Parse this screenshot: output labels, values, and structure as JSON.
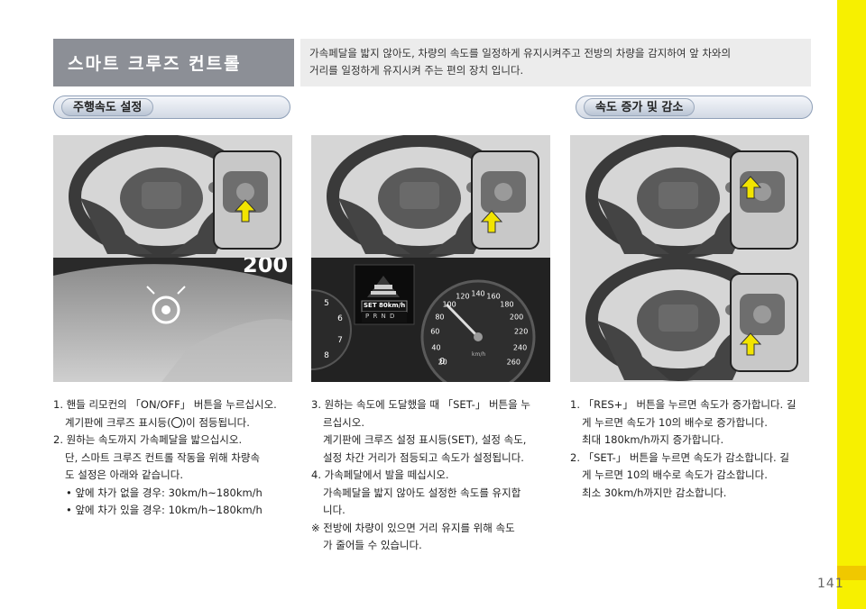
{
  "header": {
    "title": "스마트 크루즈 컨트롤",
    "intro_line1": "가속페달을 밟지 않아도, 차량의 속도를 일정하게 유지시켜주고 전방의 차량을 감지하여 앞 차와의",
    "intro_line2": "거리를 일정하게 유지시켜 주는 편의 장치 입니다."
  },
  "sections": {
    "left_title": "주행속도 설정",
    "right_title": "속도 증가 및 감소"
  },
  "cluster": {
    "set_text": "SET 80km/h",
    "gear": "P R N D",
    "unit": "km/h",
    "partial_number": "200",
    "ticks": [
      "20",
      "40",
      "60",
      "80",
      "100",
      "120",
      "140",
      "160",
      "180",
      "200",
      "220",
      "240",
      "260"
    ],
    "rpm_ticks": [
      "5",
      "6",
      "7",
      "8"
    ],
    "zero": "0"
  },
  "col1": {
    "l1": "1.  핸들 리모컨의 「ON/OFF」 버튼을 누르십시오.",
    "l2": "계기판에 크루즈 표시등(",
    "l2b": ")이 점등됩니다.",
    "l3": "2.  원하는 속도까지 가속페달을 밟으십시오.",
    "l4": "단, 스마트 크루즈 컨트롤 작동을 위해 차량속",
    "l5": "도 설정은 아래와 같습니다.",
    "b1": "•  앞에 차가 없을 경우: 30km/h~180km/h",
    "b2": "•  앞에 차가 있을 경우: 10km/h~180km/h"
  },
  "col2": {
    "l1": "3.  원하는 속도에 도달했을 때 「SET-」 버튼을 누",
    "l2": "르십시오.",
    "l3": "계기판에 크루즈 설정 표시등(SET), 설정 속도,",
    "l4": "설정 차간 거리가 점등되고 속도가 설정됩니다.",
    "l5": "4.  가속페달에서 발을 떼십시오.",
    "l6": "가속페달을 밟지 않아도 설정한 속도를 유지합",
    "l7": "니다.",
    "n1": "※  전방에 차량이 있으면 거리 유지를 위해 속도",
    "n2": "가 줄어들 수 있습니다."
  },
  "col3": {
    "l1": "1.  「RES+」 버튼을 누르면 속도가 증가합니다. 길",
    "l2": "게 누르면 속도가 10의 배수로 증가합니다.",
    "l3": "최대 180km/h까지 증가합니다.",
    "l4": "2.  「SET-」 버튼을 누르면 속도가 감소합니다. 길",
    "l5": "게 누르면 10의 배수로 속도가 감소합니다.",
    "l6": "최소 30km/h까지만 감소합니다."
  },
  "page": {
    "number": "141"
  },
  "colors": {
    "tab": "#f7f000",
    "title_bg": "#8c8f96",
    "arrow": "#f2e400"
  }
}
